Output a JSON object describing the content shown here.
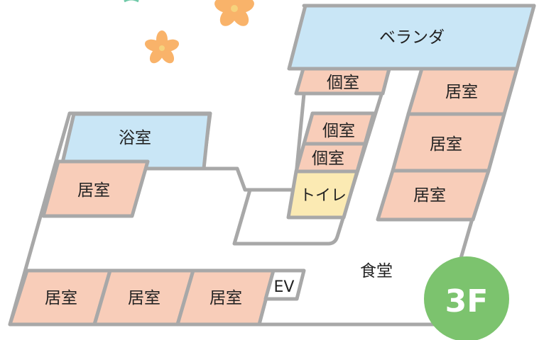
{
  "floor_badge": "3F",
  "colors": {
    "wall": "#a8a8a8",
    "floor": "#ffffff",
    "bedroom": "#f8cdb9",
    "bath": "#c9e6f6",
    "toilet": "#fbeab3",
    "badge": "#7cc36e",
    "flower": "#f9b36a"
  },
  "rooms": {
    "veranda": "ベランダ",
    "private_1": "個室",
    "private_2": "個室",
    "private_3": "個室",
    "toilet": "トイレ",
    "bath": "浴室",
    "living_left": "居室",
    "living_right_1": "居室",
    "living_right_2": "居室",
    "living_right_3": "居室",
    "living_bottom_1": "居室",
    "living_bottom_2": "居室",
    "living_bottom_3": "居室",
    "dining": "食堂",
    "elevator": "EV"
  },
  "decorations": [
    "flower-icon",
    "flower-icon",
    "flower-icon"
  ]
}
